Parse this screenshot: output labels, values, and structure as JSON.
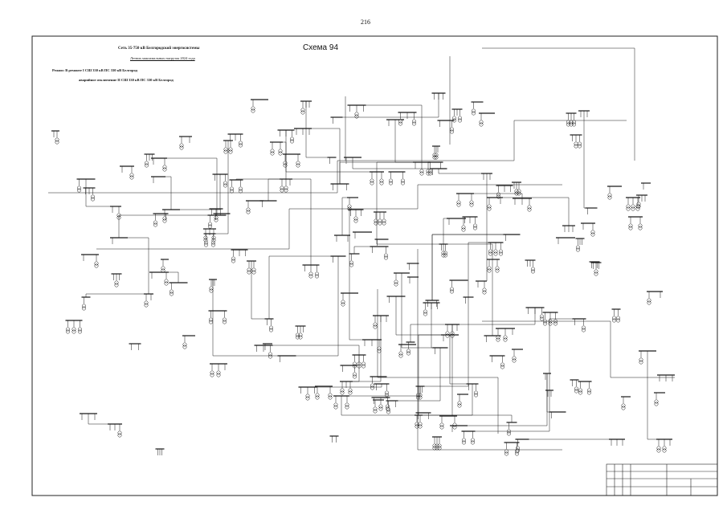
{
  "page": {
    "number": "216"
  },
  "header": {
    "title": "Сеть 35-750 кВ Белгородской энергосистемы",
    "subtitle": "Летних максимальных нагрузок 2024 года",
    "scheme_label": "Схема 94"
  },
  "mode": {
    "line_1": "Режим: В ремонте I СШ 330 кВ ПС 330 кВ Белгород",
    "line_2": "аварийное отключение II СШ 330 кВ ПС 330 кВ Белгород"
  },
  "title_block": {
    "title": "",
    "sheet": ""
  },
  "colors": {
    "ink": "#1a1a1a",
    "frame": "#222222",
    "paper": "#ffffff"
  }
}
